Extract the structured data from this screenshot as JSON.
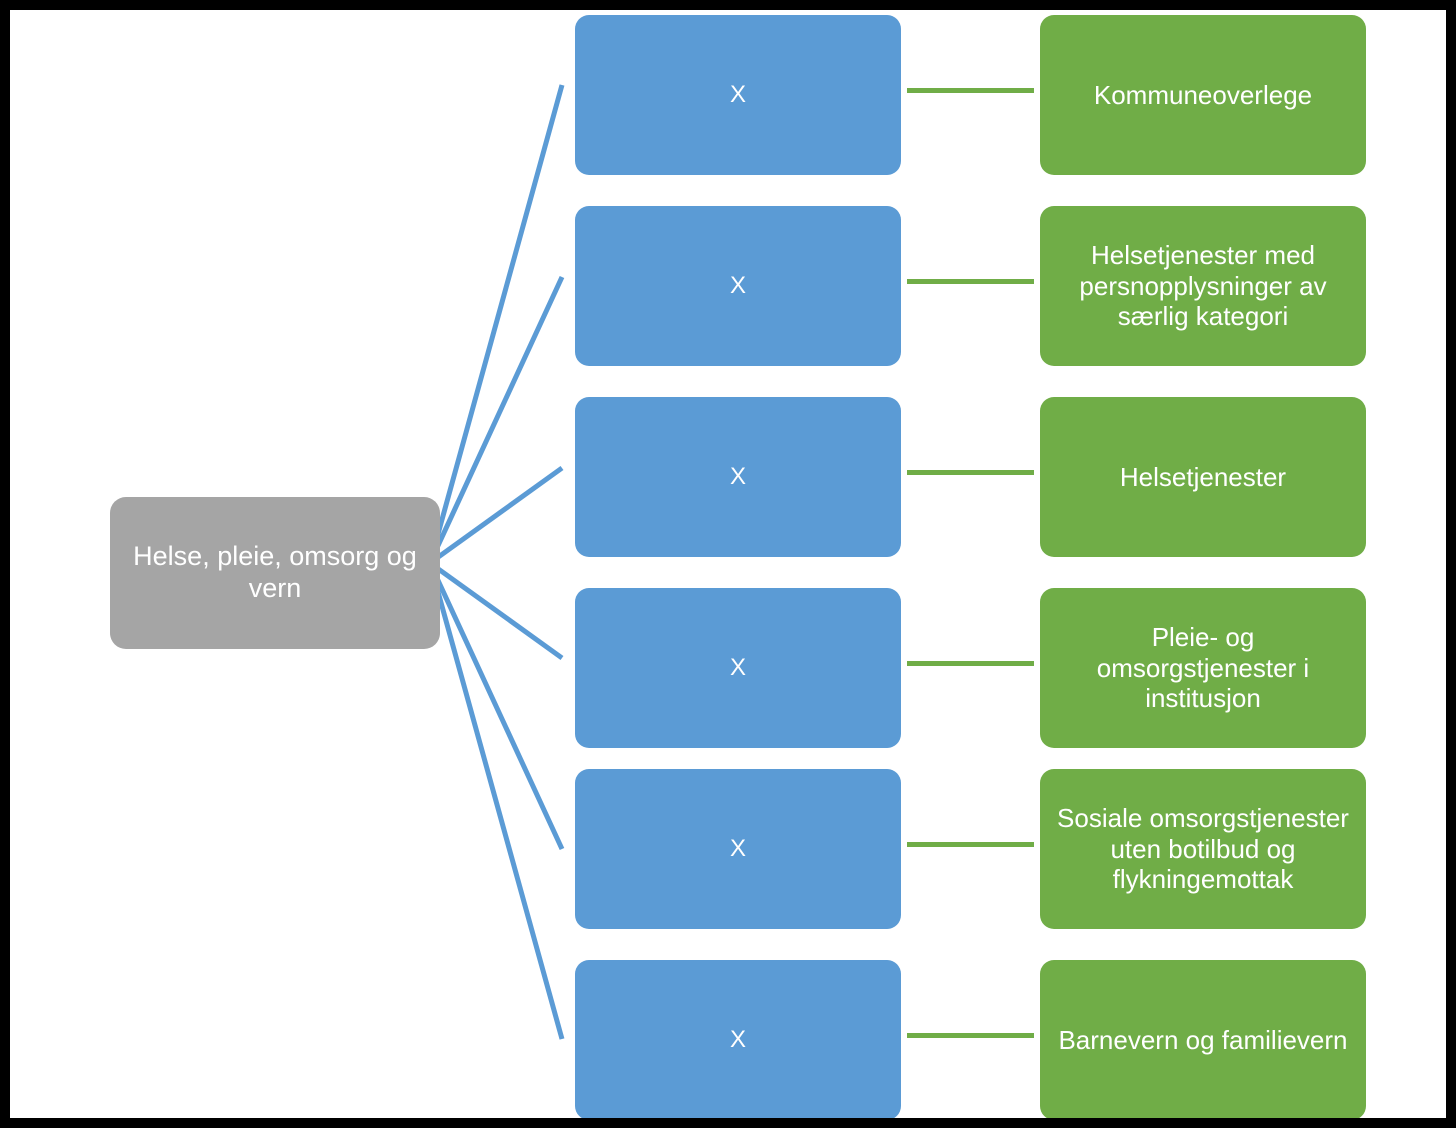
{
  "diagram": {
    "type": "hierarchy-fan",
    "title_node": {
      "label": "Helse, pleie, omsorg og vern",
      "color": "#a5a5a5",
      "text_color": "#ffffff"
    },
    "colors": {
      "root": "#a5a5a5",
      "middle": "#5b9bd5",
      "leaf": "#70ad47",
      "fan_line": "#5b9bd5",
      "connector_line": "#70ad47",
      "frame": "#000000",
      "sheet": "#ffffff",
      "node_text": "#ffffff"
    },
    "rows": [
      {
        "middle_label": "X",
        "leaf_label": "Kommuneoverlege"
      },
      {
        "middle_label": "X",
        "leaf_label": "Helsetjenester med persnopplysninger av særlig kategori"
      },
      {
        "middle_label": "X",
        "leaf_label": "Helsetjenester"
      },
      {
        "middle_label": "X",
        "leaf_label": "Pleie- og omsorgstjenester i institusjon"
      },
      {
        "middle_label": "X",
        "leaf_label": "Sosiale omsorgstjenester uten botilbud og flykningemottak"
      },
      {
        "middle_label": "X",
        "leaf_label": "Barnevern og familievern"
      }
    ]
  }
}
